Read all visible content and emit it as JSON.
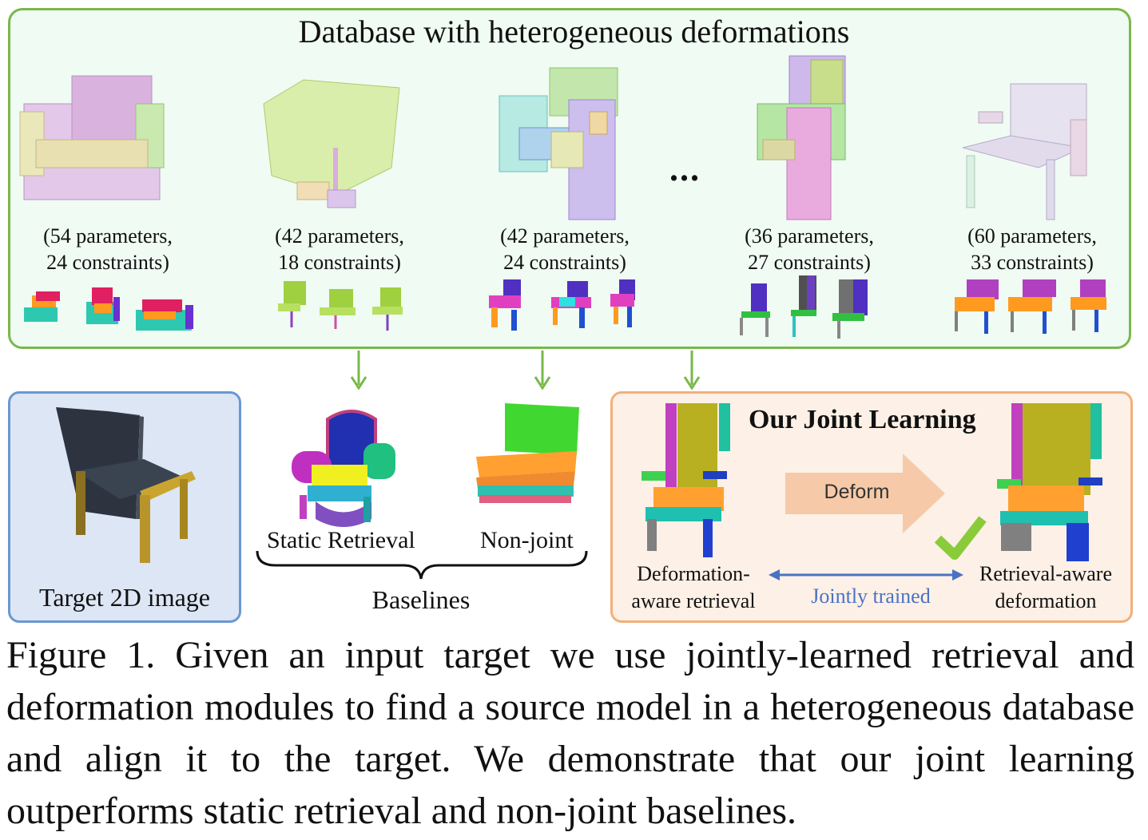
{
  "database": {
    "title": "Database with heterogeneous deformations",
    "ellipsis": "...",
    "entries": [
      {
        "params": "(54 parameters,",
        "constraints": "24 constraints)"
      },
      {
        "params": "(42 parameters,",
        "constraints": "18 constraints)"
      },
      {
        "params": "(42 parameters,",
        "constraints": "24 constraints)"
      },
      {
        "params": "(36 parameters,",
        "constraints": "27 constraints)"
      },
      {
        "params": "(60 parameters,",
        "constraints": "33 constraints)"
      }
    ]
  },
  "target": {
    "label": "Target 2D image"
  },
  "baselines": {
    "static_label": "Static Retrieval",
    "nonjoint_label": "Non-joint",
    "group_label": "Baselines"
  },
  "ours": {
    "title": "Our Joint Learning",
    "deform_label": "Deform",
    "left_caption_1": "Deformation-",
    "left_caption_2": "aware retrieval",
    "right_caption_1": "Retrieval-aware",
    "right_caption_2": "deformation",
    "jointly_label": "Jointly trained"
  },
  "caption": {
    "figure_label": "Figure 1.",
    "text": "Given an input target we use jointly-learned retrieval and deformation modules to find a source model in a heterogeneous database and align it to the target. We demonstrate that our joint learning outperforms static retrieval and non-joint baselines."
  },
  "colors": {
    "db_border": "#78b94a",
    "db_fill": "#effbf3",
    "target_border": "#6a97d2",
    "target_fill": "#dce6f5",
    "ours_border": "#f2b07a",
    "ours_fill": "#fdf0e6",
    "arrow_green": "#78b94a",
    "jointly_blue": "#4a72c4"
  }
}
